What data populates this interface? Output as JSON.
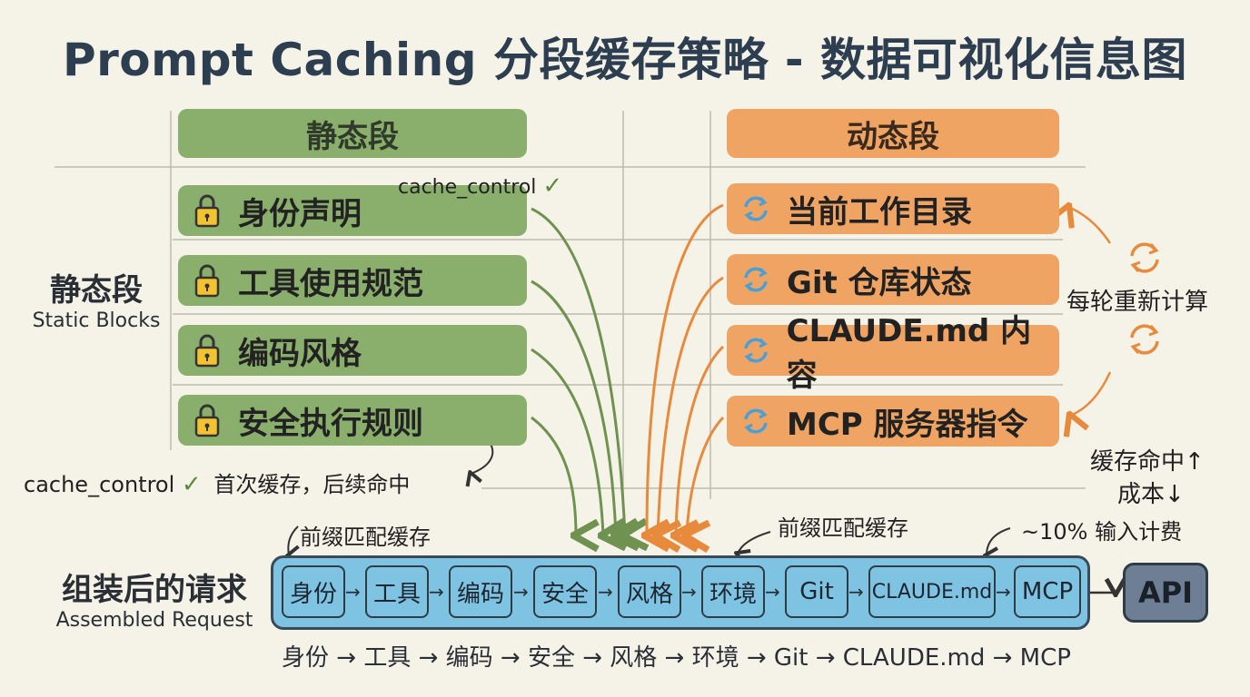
{
  "title": "Prompt Caching 分段缓存策略 - 数据可视化信息图",
  "static_header": "静态段",
  "dynamic_header": "动态段",
  "static_blocks": [
    "身份声明",
    "工具使用规范",
    "编码风格",
    "安全执行规则"
  ],
  "dynamic_blocks": [
    "当前工作目录",
    "Git 仓库状态",
    "CLAUDE.md 内容",
    "MCP 服务器指令"
  ],
  "static_side": {
    "title": "静态段",
    "subtitle": "Static Blocks"
  },
  "assembled_side": {
    "title": "组装后的请求",
    "subtitle": "Assembled Request"
  },
  "notes": {
    "cache_control_top": "cache_control",
    "cache_control_bottom": "cache_control",
    "first_cache": "首次缓存，后续命中",
    "recompute": "每轮重新计算",
    "cache_hit": "缓存命中↑",
    "cost": "成本↓",
    "input_fee": "~10% 输入计费",
    "prefix_left": "前缀匹配缓存",
    "prefix_right": "前缀匹配缓存"
  },
  "segments": [
    "身份",
    "工具",
    "编码",
    "安全",
    "风格",
    "环境",
    "Git",
    "CLAUDE.md",
    "MCP"
  ],
  "api_label": "API",
  "sequence": "身份 → 工具 → 编码 → 安全 → 风格 → 环境 → Git → CLAUDE.md → MCP",
  "colors": {
    "static": "#8aae6b",
    "dynamic": "#f0a463",
    "request": "#7ec3e2",
    "api": "#6e7f95",
    "lock": "#f2c230",
    "refresh": "#4a9fd4"
  }
}
